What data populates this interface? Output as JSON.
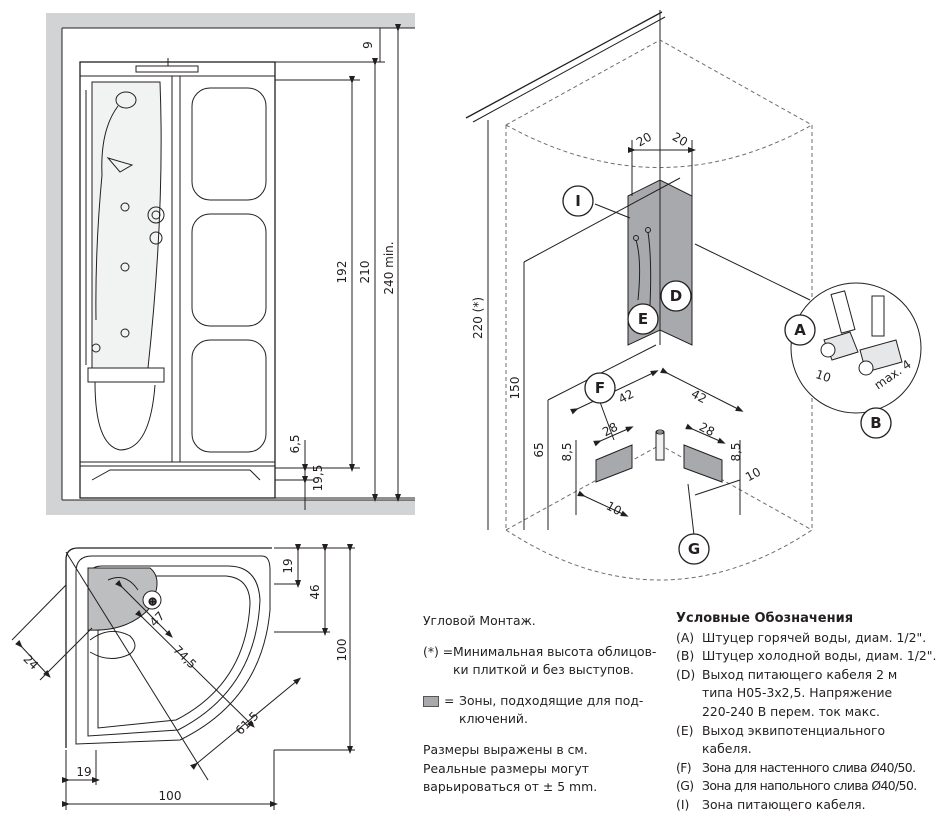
{
  "colors": {
    "line": "#231f20",
    "wall": "#d1d3d4",
    "zone": "#a7a9ac",
    "panel": "#bcbec0"
  },
  "elevation": {
    "dims": [
      "9",
      "192",
      "210",
      "240 min.",
      "6,5",
      "19,5"
    ]
  },
  "perspective": {
    "dims": [
      "20",
      "20",
      "220 (*)",
      "150",
      "65",
      "8,5",
      "42",
      "28",
      "42",
      "28",
      "8,5",
      "10",
      "10",
      "10",
      "max. 4"
    ],
    "labels": [
      "I",
      "D",
      "E",
      "A",
      "B",
      "F",
      "G"
    ]
  },
  "plan": {
    "dims": [
      "19",
      "46",
      "100",
      "24",
      "47",
      "74,5",
      "61,5",
      "19",
      "100"
    ]
  },
  "notes": {
    "title": "Угловой Монтаж.",
    "asterisk_key": "(*) =",
    "asterisk_line1": "Минимальная высота облицов-",
    "asterisk_line2": "ки плиткой и без выступов.",
    "zone_key": "=",
    "zone_line1": "Зоны, подходящие для под-",
    "zone_line2": "ключений.",
    "units_line1": "Размеры выражены в см.",
    "units_line2": "Реальные размеры могут",
    "units_line3": "варьироваться от ± 5 mm."
  },
  "legend": {
    "title": "Условные Обозначения",
    "items": [
      {
        "key": "(A)",
        "text": "Штуцер горячей воды, диам. 1/2\"."
      },
      {
        "key": "(B)",
        "text": "Штуцер холодной воды, диам. 1/2\"."
      },
      {
        "key": "(D)",
        "text": "Выход питающего кабеля 2 м"
      },
      {
        "key": "",
        "text": "типа H05-3x2,5. Напряжение"
      },
      {
        "key": "",
        "text": "220-240 В перем. ток макс."
      },
      {
        "key": "(E)",
        "text": "Выход эквипотенциального"
      },
      {
        "key": "",
        "text": "кабеля."
      },
      {
        "key": "(F)",
        "text": "Зона для настенного слива Ø40/50."
      },
      {
        "key": "(G)",
        "text": "Зона для напольного слива Ø40/50."
      },
      {
        "key": "(I)",
        "text": "Зона питающего кабеля."
      }
    ]
  }
}
